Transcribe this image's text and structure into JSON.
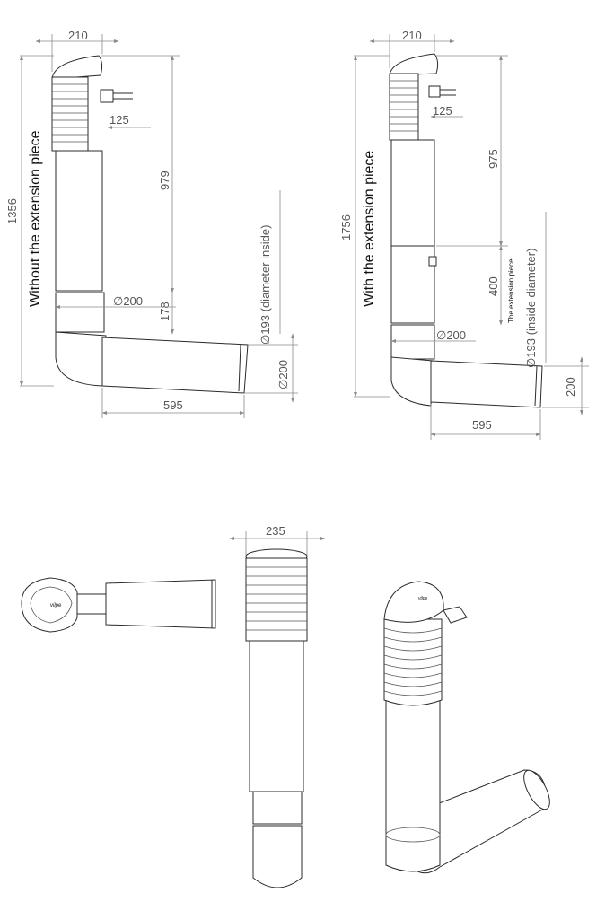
{
  "left_drawing": {
    "vertical_label": "Without the extension piece",
    "dims": {
      "width_top": "210",
      "offset": "125",
      "height_upper": "979",
      "height_total": "1356",
      "height_lower": "178",
      "inner_diameter": "∅193 (diameter inside)",
      "pipe_diameter": "∅200",
      "outlet_diameter": "∅200",
      "run_length": "595"
    }
  },
  "right_drawing": {
    "vertical_label": "With the extension piece",
    "extension_label": "The extension piece",
    "dims": {
      "width_top": "210",
      "offset": "125",
      "height_upper": "975",
      "height_total": "1756",
      "extension_height": "400",
      "inner_diameter": "∅193 (inside diameter)",
      "pipe_diameter": "∅200",
      "outlet_height": "200",
      "run_length": "595"
    }
  },
  "bottom_views": {
    "front_width": "235",
    "logo_text": "vilpe"
  }
}
